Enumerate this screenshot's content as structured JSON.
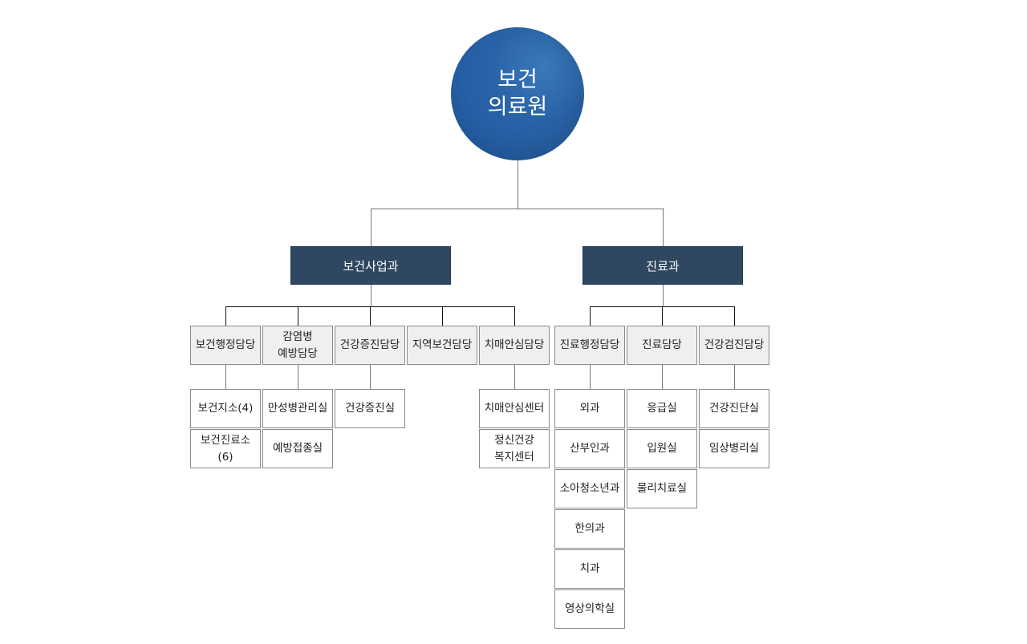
{
  "root": {
    "label": "보건\n의료원",
    "color": "#2a64a8"
  },
  "departments": [
    {
      "label": "보건사업과",
      "teams": [
        {
          "label": "보건행정담당",
          "units": [
            "보건지소(4)",
            "보건진료소\n(6)"
          ]
        },
        {
          "label": "감염병\n예방담당",
          "units": [
            "만성병관리실",
            "예방접종실"
          ]
        },
        {
          "label": "건강증진담당",
          "units": [
            "건강증진실"
          ]
        },
        {
          "label": "지역보건담당",
          "units": []
        },
        {
          "label": "치매안심담당",
          "units": [
            "치매안심센터",
            "정신건강\n복지센터"
          ]
        }
      ]
    },
    {
      "label": "진료과",
      "teams": [
        {
          "label": "진료행정담당",
          "units": [
            "외과",
            "산부인과",
            "소아청소년과",
            "한의과",
            "치과",
            "영상의학실"
          ]
        },
        {
          "label": "진료담당",
          "units": [
            "응급실",
            "입원실",
            "물리치료실"
          ]
        },
        {
          "label": "건강검진담당",
          "units": [
            "건강진단실",
            "임상병리실"
          ]
        }
      ]
    }
  ],
  "colors": {
    "department": "#2f4760",
    "team": "#efefef"
  }
}
